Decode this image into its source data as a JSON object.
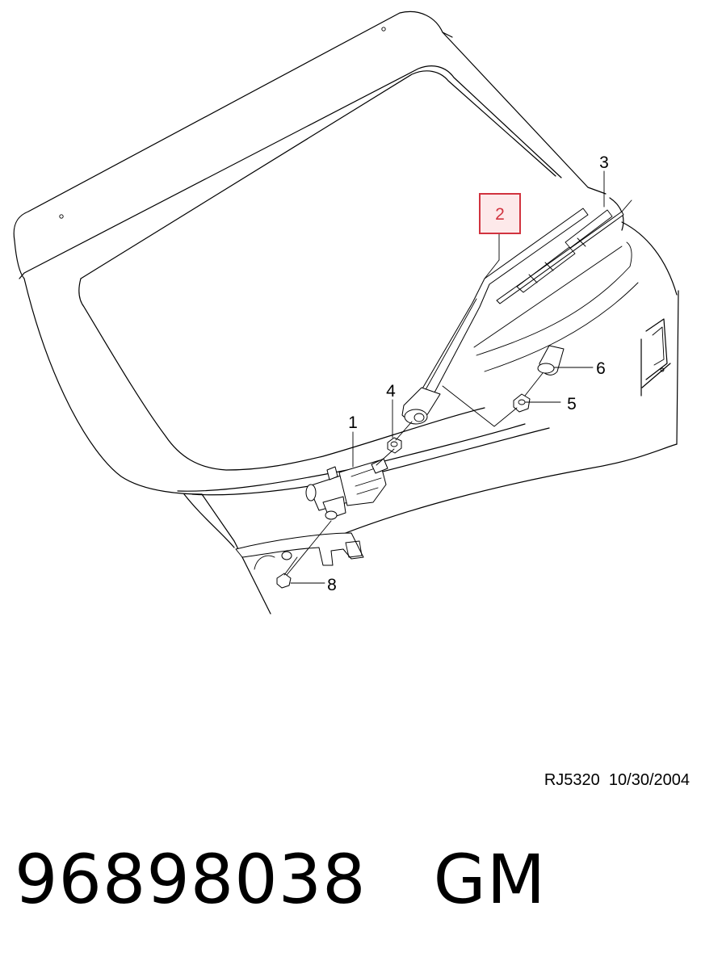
{
  "diagram": {
    "callouts": [
      {
        "id": "1",
        "label": "1"
      },
      {
        "id": "2",
        "label": "2",
        "highlighted": true
      },
      {
        "id": "3",
        "label": "3"
      },
      {
        "id": "4",
        "label": "4"
      },
      {
        "id": "5",
        "label": "5"
      },
      {
        "id": "6",
        "label": "6"
      },
      {
        "id": "8",
        "label": "8"
      }
    ],
    "colors": {
      "line": "#000000",
      "highlight_stroke": "#d1333f",
      "highlight_fill": "#fde9ea",
      "background": "#ffffff"
    }
  },
  "footer": {
    "drawing_ref": "RJ5320",
    "drawing_date": "10/30/2004",
    "part_number": "96898038",
    "brand": "GM"
  }
}
